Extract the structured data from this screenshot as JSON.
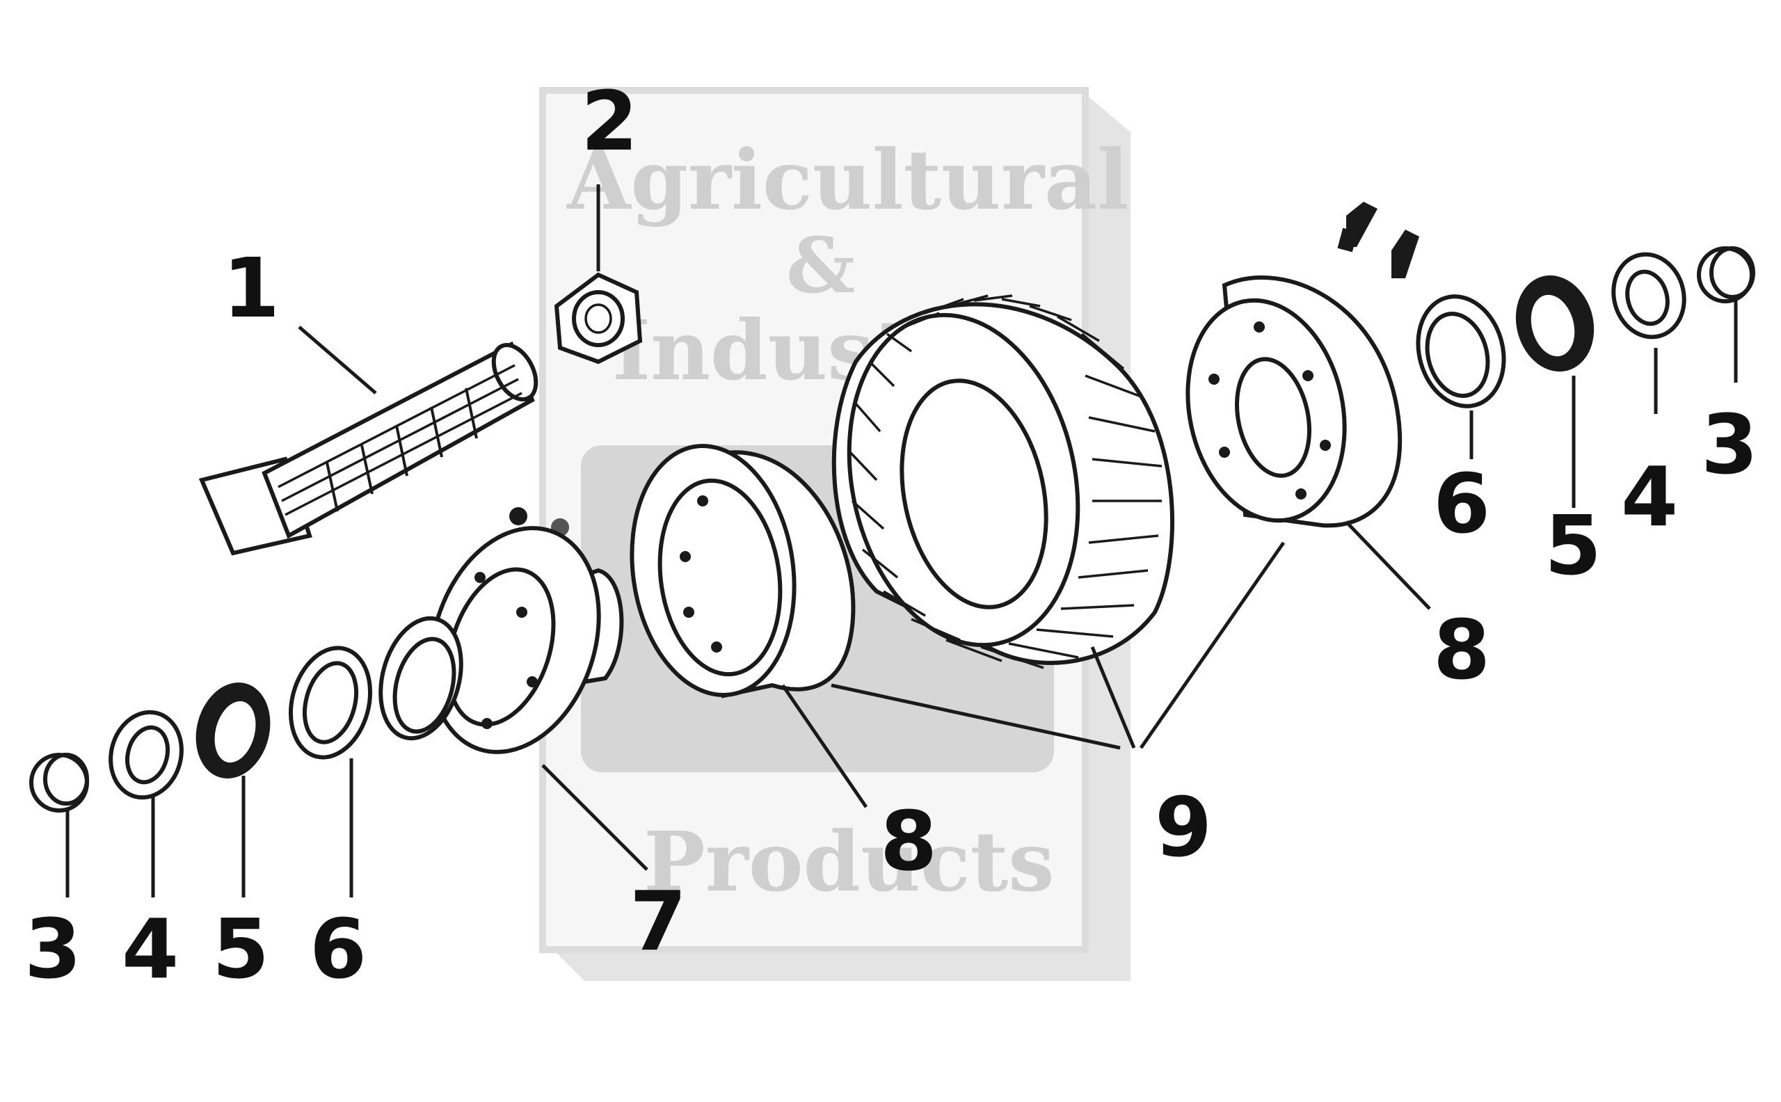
{
  "watermark": {
    "line1": "Agricultural",
    "line2": "&",
    "line3": "Indust",
    "line4": "Products"
  },
  "callouts": {
    "c1": "1",
    "c2": "2",
    "c3_left": "3",
    "c4_left": "4",
    "c5_left": "5",
    "c6_left": "6",
    "c7": "7",
    "c8_mid": "8",
    "c9": "9",
    "c8_right": "8",
    "c6_right": "6",
    "c5_right": "5",
    "c4_right": "4",
    "c3_right": "3"
  }
}
